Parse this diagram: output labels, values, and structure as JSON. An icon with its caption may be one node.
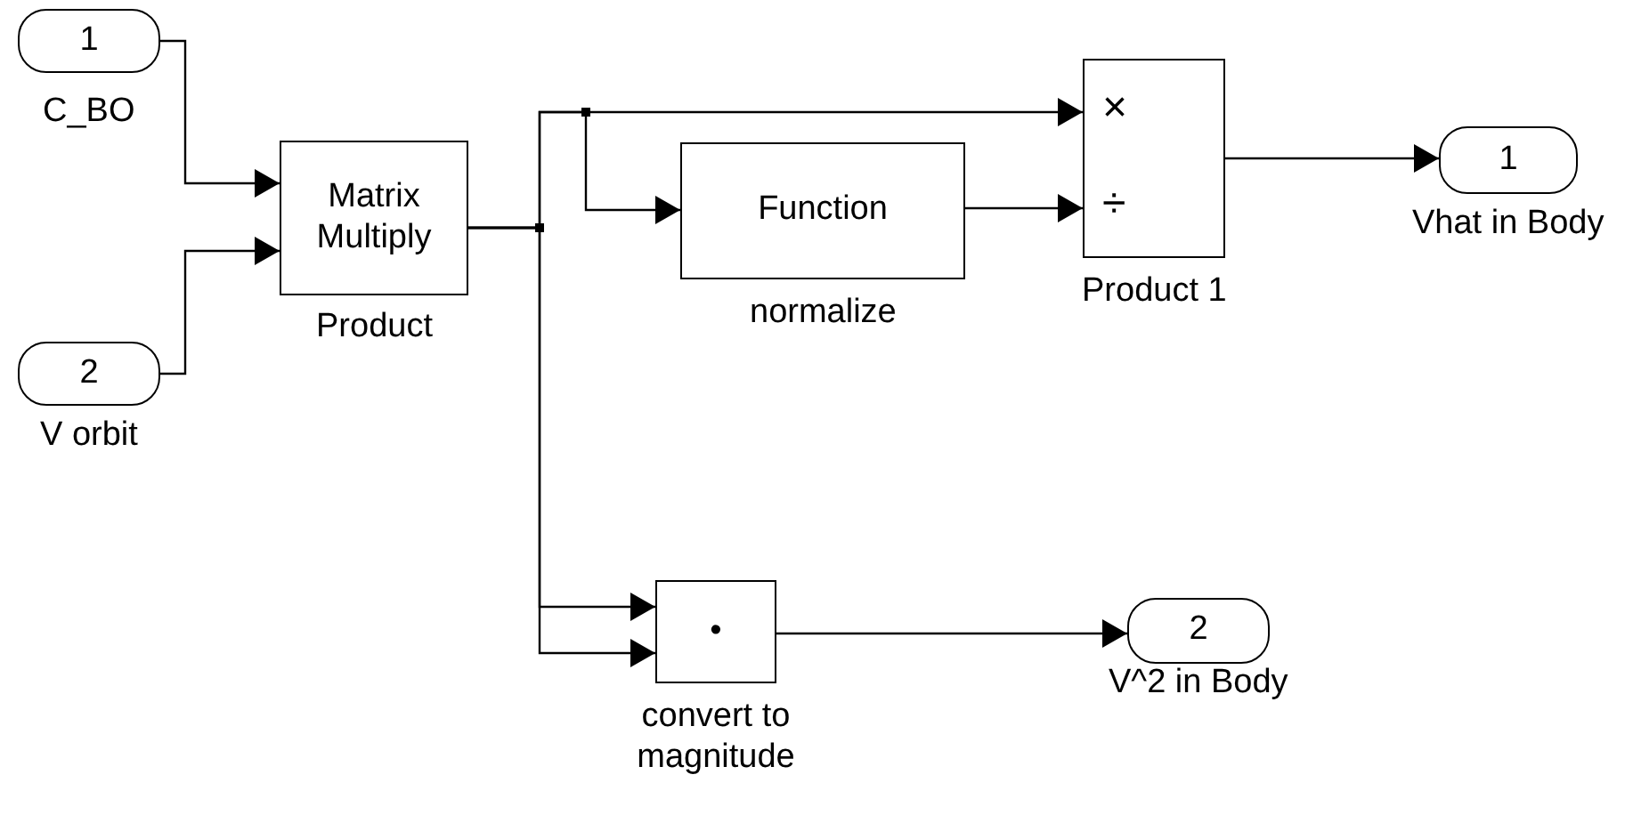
{
  "diagram": {
    "nodes": [
      {
        "text": [
          "1"
        ],
        "beside": [
          "C_BO"
        ]
      },
      {
        "text": [
          "2"
        ],
        "beside": [
          "V orbit"
        ]
      },
      {
        "text": [
          "Matrix Multiply"
        ],
        "beside": [
          "Product"
        ]
      },
      {
        "text": [
          "Function"
        ],
        "beside": [
          "normalize"
        ]
      },
      {
        "text": [
          "×",
          "÷"
        ],
        "beside": [
          "Product 1"
        ]
      },
      {
        "text": [
          "•"
        ],
        "beside": [
          "convert to magnitude"
        ]
      },
      {
        "text": [
          "1"
        ],
        "beside": [
          "Vhat in Body"
        ]
      },
      {
        "text": [
          "2"
        ],
        "beside": [
          "V^2 in Body"
        ]
      }
    ],
    "edges": [
      {
        "from": 0,
        "to": 2,
        "arrow": "to"
      },
      {
        "from": 1,
        "to": 2,
        "arrow": "to"
      },
      {
        "from": 2,
        "to": 4,
        "arrow": "to"
      },
      {
        "from": 2,
        "to": 3,
        "arrow": "to"
      },
      {
        "from": 3,
        "to": 4,
        "arrow": "to"
      },
      {
        "from": 2,
        "to": 5,
        "arrow": "to"
      },
      {
        "from": 2,
        "to": 5,
        "arrow": "to"
      },
      {
        "from": 4,
        "to": 6,
        "arrow": "to"
      },
      {
        "from": 5,
        "to": 7,
        "arrow": "to"
      }
    ]
  }
}
